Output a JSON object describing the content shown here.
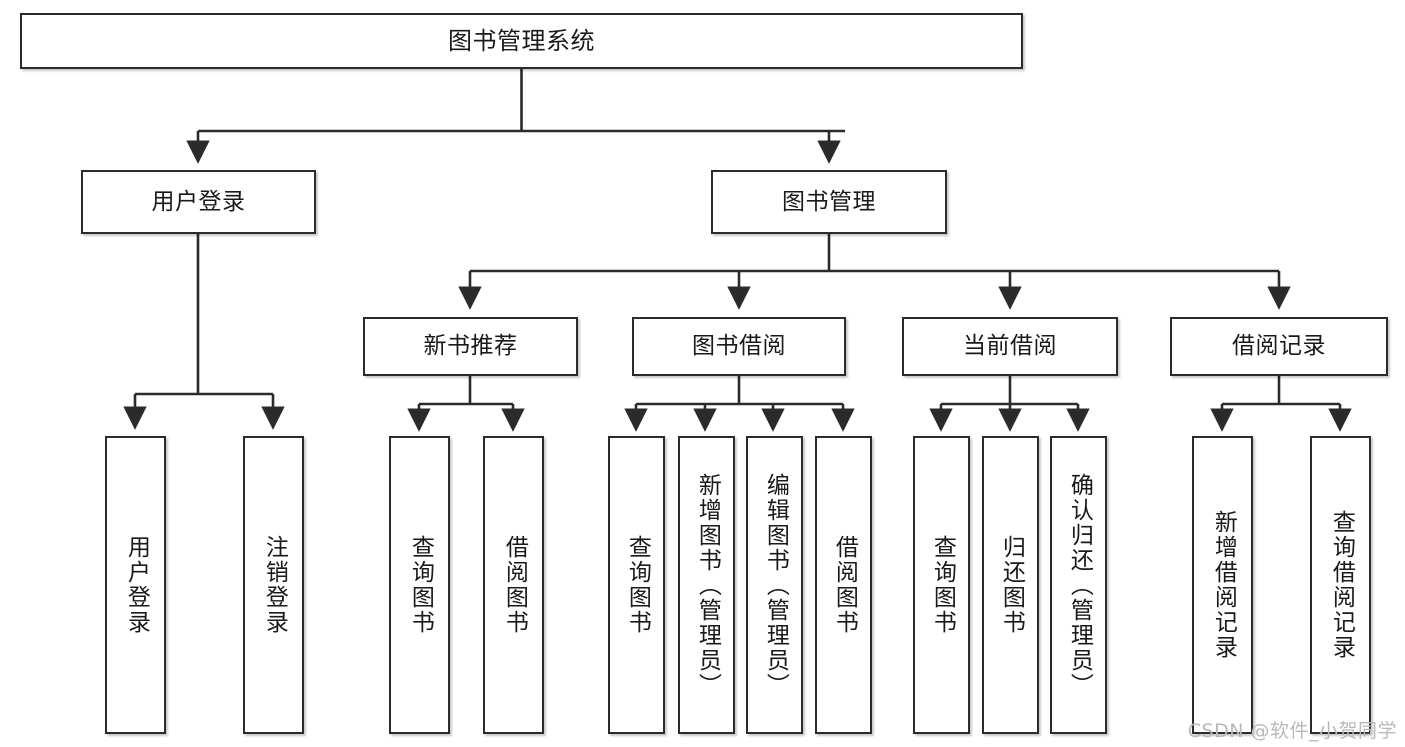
{
  "diagram": {
    "type": "tree-hierarchy",
    "title": "图书管理系统",
    "colors": {
      "node_border": "#2b2b2b",
      "node_fill": "#ffffff",
      "edge": "#2b2b2b",
      "text": "#1a1a1a",
      "watermark": "#b9b9b9",
      "background": "#ffffff"
    },
    "levels": {
      "root": {
        "label": "图书管理系统"
      },
      "level2": [
        {
          "id": "user-login",
          "label": "用户登录"
        },
        {
          "id": "book-manage",
          "label": "图书管理"
        }
      ],
      "level3": [
        {
          "id": "new-book-recommend",
          "label": "新书推荐"
        },
        {
          "id": "book-borrow",
          "label": "图书借阅"
        },
        {
          "id": "current-borrow",
          "label": "当前借阅"
        },
        {
          "id": "borrow-record",
          "label": "借阅记录"
        }
      ],
      "leaves": {
        "user-login": [
          {
            "id": "leaf-user-login",
            "label": "用户登录"
          },
          {
            "id": "leaf-logout-login",
            "label": "注销登录"
          }
        ],
        "new-book-recommend": [
          {
            "id": "leaf-query-book-1",
            "label": "查询图书"
          },
          {
            "id": "leaf-borrow-book-1",
            "label": "借阅图书"
          }
        ],
        "book-borrow": [
          {
            "id": "leaf-query-book-2",
            "label": "查询图书"
          },
          {
            "id": "leaf-add-book",
            "label": "新增图书（管理员）"
          },
          {
            "id": "leaf-edit-book",
            "label": "编辑图书（管理员）"
          },
          {
            "id": "leaf-borrow-book-2",
            "label": "借阅图书"
          }
        ],
        "current-borrow": [
          {
            "id": "leaf-query-book-3",
            "label": "查询图书"
          },
          {
            "id": "leaf-return-book",
            "label": "归还图书"
          },
          {
            "id": "leaf-confirm-return",
            "label": "确认归还（管理员）"
          }
        ],
        "borrow-record": [
          {
            "id": "leaf-add-record",
            "label": "新增借阅记录"
          },
          {
            "id": "leaf-query-record",
            "label": "查询借阅记录"
          }
        ]
      }
    }
  },
  "watermark": {
    "text": "CSDN @软件_小贺同学"
  }
}
